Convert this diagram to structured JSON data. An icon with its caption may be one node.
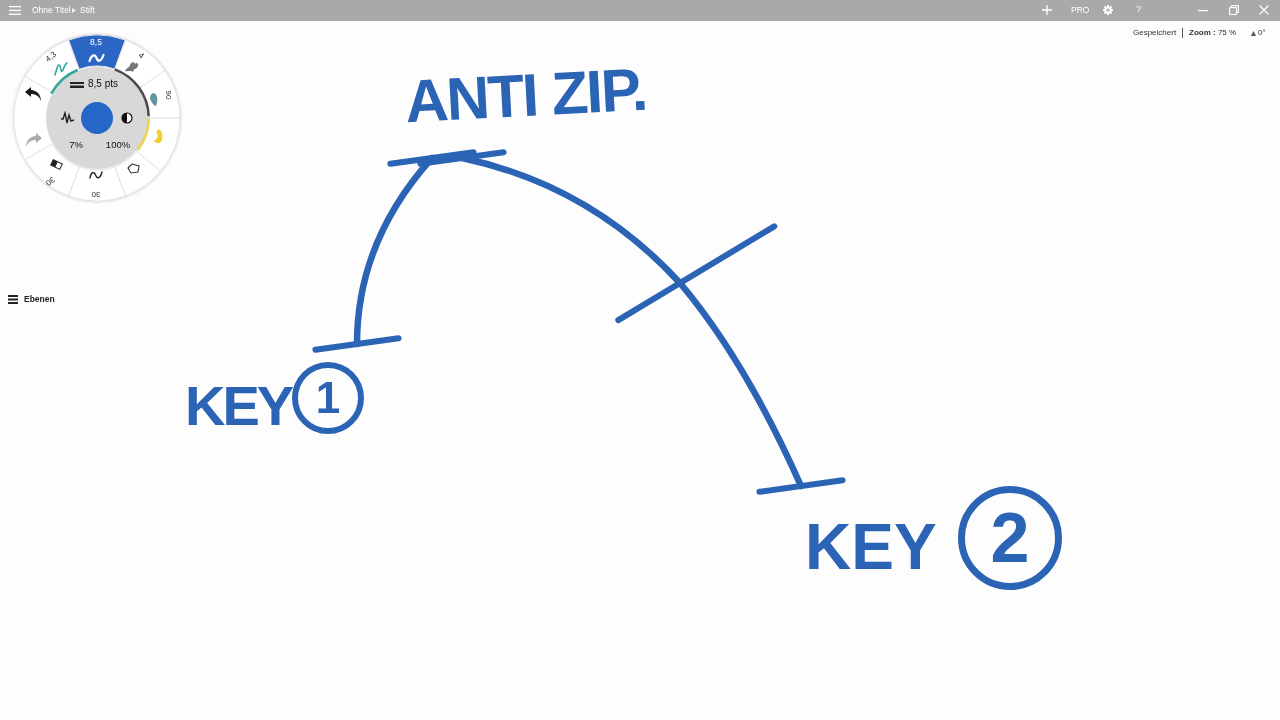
{
  "diagram": {
    "nodes": [
      {
        "text": [
          "ANTI ZIP."
        ]
      },
      {
        "text": [
          "KEY",
          "1"
        ]
      },
      {
        "text": [
          "KEY",
          "2"
        ]
      }
    ],
    "edges": [
      {
        "from": 1,
        "to": 0,
        "arrow": "other"
      },
      {
        "from": 0,
        "to": 2,
        "arrow": "other"
      }
    ],
    "labels": [
      "Ohne Titel",
      "Stift",
      "PRO",
      "?",
      "Gespeichert",
      "**Zoom :** 75 %",
      "0°",
      "8,5",
      "4,3",
      "4",
      "90",
      "8,5 pts",
      "7%",
      "100%",
      "30",
      "30",
      "Ebenen"
    ]
  }
}
